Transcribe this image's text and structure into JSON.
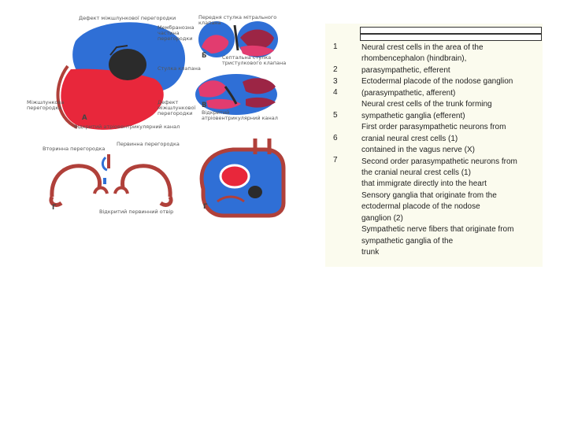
{
  "figure": {
    "labels": {
      "interventricular_septum_defect": "Дефект міжшлункової перегородки",
      "membranous_septum": "Мембранозна частина перегородки",
      "anterior_mitral_leaflet": "Передня стулка мітрального клапана",
      "valve_leaflet": "Стулка клапана",
      "septal_tricuspid_leaflet": "Септальна стулка тристулкового клапана",
      "interventricular_septum": "Міжшлункова перегородка",
      "ventricular_septum_defect_b": "Дефект міжшлункової перегородки",
      "open_av_canal_a": "Відкритий атріовентрикулярний канал",
      "open_av_canal_b": "Відкритий атріовентрикулярний канал",
      "secondary_septum": "Вторинна перегородка",
      "primary_septum": "Первинна перегородка",
      "open_primary_foramen": "Відкритий первинний отвір"
    },
    "letters": {
      "a": "А",
      "b": "Б",
      "v": "В",
      "g1": "Г",
      "g2": "Г"
    },
    "colors": {
      "blue": "#2f6fd6",
      "red": "#e8273b",
      "dark": "#2b2b2b",
      "pink": "#e23c6f",
      "maroon": "#9c2545",
      "outline": "#b0403a"
    }
  },
  "table": {
    "numbers": [
      "1",
      "2",
      "3",
      "4",
      "5",
      "6",
      "7"
    ],
    "lines": [
      "Neural crest cells in the area of the",
      "rhombencephalon (hindbrain),",
      "parasympathetic, efferent",
      "Ectodermal placode of the nodose ganglion",
      "(parasympathetic, afferent)",
      "Neural crest cells of the trunk forming",
      "sympathetic ganglia (efferent)",
      "First order parasympathetic neurons from",
      "cranial neural crest cells (1)",
      "contained in the vagus nerve (X)",
      "Second order parasympathetic neurons from",
      "the cranial neural crest cells (1)",
      "that immigrate directly into the heart",
      "Sensory ganglia that originate from the",
      "ectodermal placode of the nodose",
      "ganglion (2)",
      "Sympathetic nerve fibers that originate from",
      "sympathetic ganglia of the",
      "trunk"
    ]
  }
}
